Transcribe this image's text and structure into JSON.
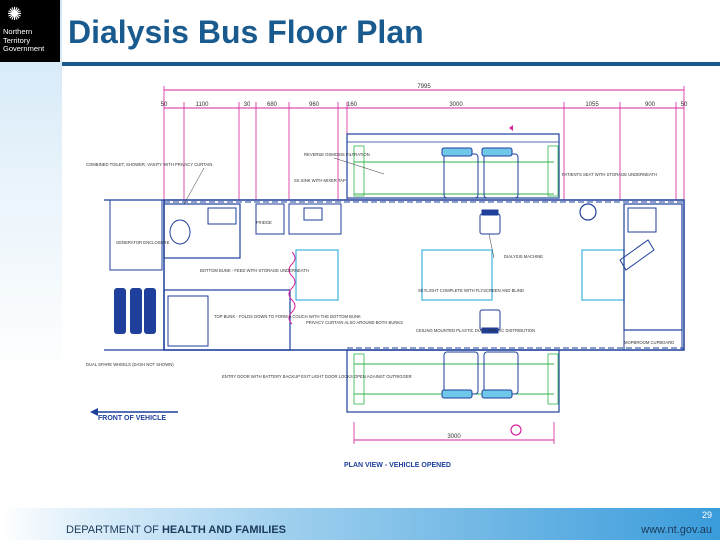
{
  "logo": {
    "line1": "Northern",
    "line2": "Territory",
    "line3": "Government"
  },
  "title": "Dialysis Bus Floor Plan",
  "plan": {
    "overall_dim": "7995",
    "top_dims": [
      "50",
      "1100",
      "30",
      "680",
      "960",
      "160",
      "3000",
      "1055",
      "900",
      "50"
    ],
    "bottom_dim": "3000",
    "labels": {
      "toilet": "COMBINED TOILET, SHOWER, VANITY WITH PRIVACY CURTAIN",
      "generator": "GENERATOR ENCLOSURE",
      "fridge": "FRIDGE",
      "reverse_osmosis": "REVERSE OSMOSIS FILTRATION",
      "sink": "SS SINK WITH MIXER TAP",
      "patients_seat": "PATIENTS SEAT WITH STORAGE UNDERNEATH",
      "dialysis": "DIALYSIS MACHINE",
      "bottom_bunk": "BOTTOM BUNK - FEED WITH STORAGE UNDERNEATH",
      "skylight": "SKYLIGHT COMPLETE WITH FLYSCREEN AND BLIND",
      "top_bunk": "TOP BUNK - FOLDS DOWN TO FORM A COUCH WITH THE BOTTOM BUNK",
      "privacy": "PRIVACY CURTAIN ALSO AROUND BOTH BUNKS",
      "ceiling_duct": "CEILING MOUNTED PLASTIC DUCT FOR A/C DISTRIBUTION",
      "cupboard": "MOPBROOM CUPBOARD",
      "wheels": "DUAL SPARE WHEELS (DASH NOT SHOWN)",
      "entry_door": "ENTRY DOOR WITH BATTERY BACKUP EXIT LIGHT DOOR LOCKS OPEN AGAINST OUTRIGGER"
    },
    "front_label": "FRONT OF VEHICLE",
    "caption": "PLAN VIEW - VEHICLE OPENED"
  },
  "footer": {
    "dept_prefix": "DEPARTMENT OF ",
    "dept_bold": "HEALTH AND FAMILIES",
    "url": "www.nt.gov.au",
    "page": "29"
  },
  "colors": {
    "title": "#1a5b8f",
    "magenta": "#d6249f",
    "green": "#2fb34a",
    "cyan": "#3fb0e0",
    "plan_blue": "#1e3f9c"
  }
}
